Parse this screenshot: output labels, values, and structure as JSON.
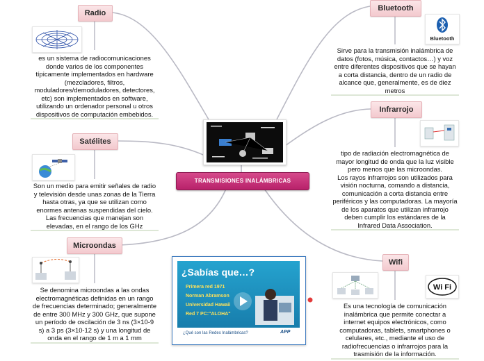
{
  "center": {
    "title": "TRANSMISIONES INALÁMBRICAS"
  },
  "nodes": {
    "radio": {
      "label": "Radio",
      "text": "es un sistema de radiocomunicaciones donde varios de los componentes típicamente implementados en hardware (mezcladores, filtros, moduladores/demoduladores, detectores, etc) son implementados en software, utilizando un ordenador personal u otros dispositivos de computación embebidos."
    },
    "satelites": {
      "label": "Satélites",
      "text": "Son un medio para emitir señales de radio y televisión desde unas zonas de la Tierra hasta otras, ya que se utilizan como enormes antenas suspendidas del cielo. Las frecuencias que manejan son elevadas, en el rango de los GHz"
    },
    "microondas": {
      "label": "Microondas",
      "text": "Se denomina microondas a las ondas electromagnéticas definidas en un rango de frecuencias determinado; generalmente de entre 300 MHz y 300 GHz, que supone un período de oscilación de 3 ns (3×10-9 s) a 3 ps (3×10-12 s) y una longitud de onda en el rango de 1 m a 1 mm"
    },
    "bluetooth": {
      "label": "Bluetooth",
      "logo_text": "Bluetooth",
      "text": "Sirve para la transmisión inalámbrica de datos (fotos, música, contactos…) y voz entre diferentes dispositivos que se hayan a corta distancia, dentro de un radio de alcance que, generalmente, es de diez metros"
    },
    "infrarrojo": {
      "label": "Infrarrojo",
      "text_1": "tipo de radiación electromagnética de mayor longitud de onda que la luz visible pero menos que las microondas.",
      "text_2": "Los rayos infrarrojos son utilizados para visión nocturna, comando a distancia, comunicación a corta distancia entre periféricos y las computadoras. La mayoría de los aparatos que utilizan infrarrojo deben cumplir los estándares de la Infrared Data Association."
    },
    "wifi": {
      "label": "Wifi",
      "logo_text": "Wi Fi",
      "text": "Es una tecnología de comunicación inalámbrica que permite conectar a internet equipos electrónicos, como computadoras, tablets, smartphones o celulares, etc., mediante el uso de radiofrecuencias o infrarrojos para la trasmisión de la información."
    }
  },
  "video": {
    "title": "¿Sabías que…?",
    "bullets": [
      "Primera red 1971",
      "Norman Abramson",
      "Universidad Hawaii",
      "Red 7 PC:\"ALOHA\""
    ],
    "caption": "¿Qué son las Redes Inalámbricas?",
    "logo": "APP"
  },
  "colors": {
    "tag_bg": "#f3c9ce",
    "center_bg": "#c02f76",
    "link": "#b9b9c4",
    "video_bg": "#1e8fbf"
  }
}
